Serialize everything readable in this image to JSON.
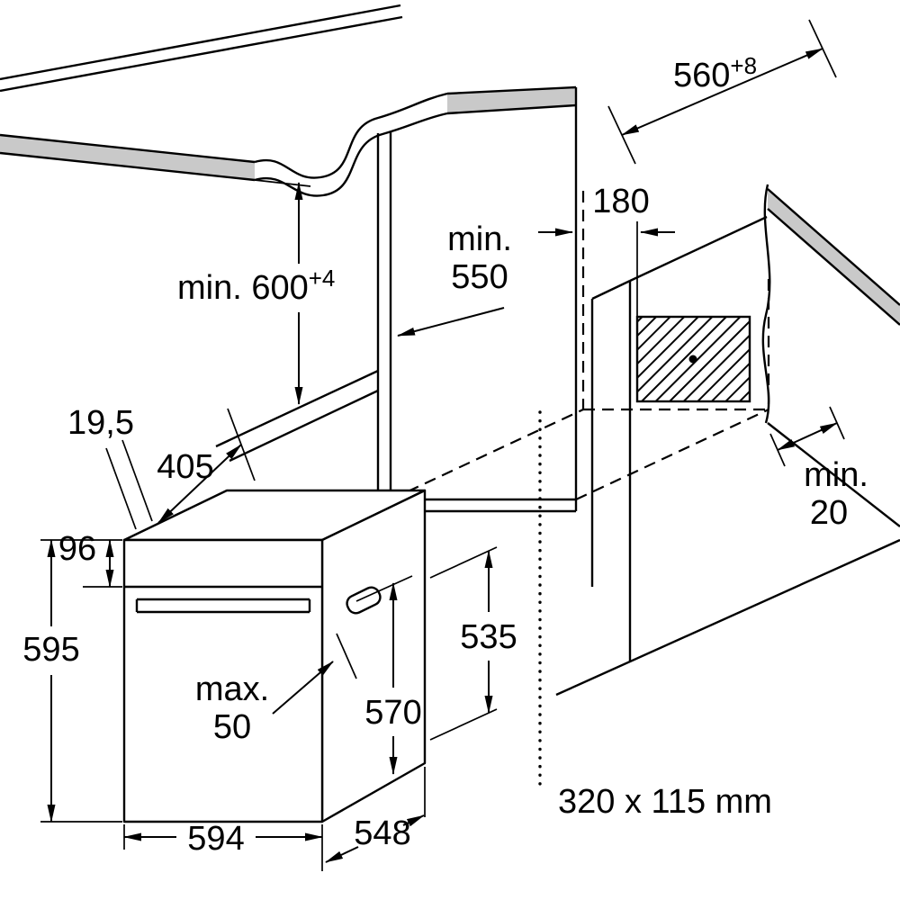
{
  "colors": {
    "line": "#000000",
    "worktop_edge_gray": "#c9c9c9",
    "background": "#ffffff"
  },
  "dimensions": {
    "worktop_height": {
      "main": "min. 600",
      "sup": "+4"
    },
    "niche_depth": {
      "main": "560",
      "sup": "+8"
    },
    "niche_min_depth": {
      "line1": "min.",
      "line2": "550"
    },
    "vent_front_offset": "180",
    "rear_wall_gap": {
      "line1": "min.",
      "line2": "20"
    },
    "vent_cutout_size": "320 x 115 mm",
    "top_rear_offset": "19,5",
    "top_rear_depth": "405",
    "control_panel_height": "96",
    "appliance_height": "595",
    "door_projection": {
      "line1": "max.",
      "line2": "50"
    },
    "rear_body_height": "535",
    "body_height": "570",
    "appliance_width": "594",
    "appliance_depth": "548"
  }
}
